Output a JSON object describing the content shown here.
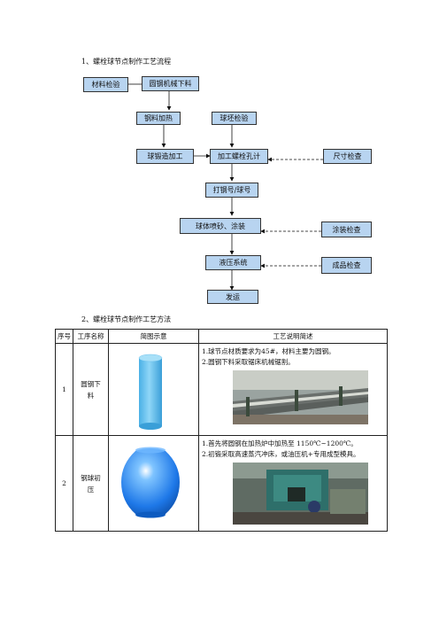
{
  "section1": {
    "title": "1、螺栓球节点制作工艺流程"
  },
  "flow": {
    "material_check": "材料检验",
    "saw_cut": "圆钢机械下料",
    "heat": "钢料加热",
    "blank_check": "球坯检验",
    "forge": "球锻造加工",
    "machining": "加工螺栓孔计",
    "size_check": "尺寸检查",
    "stamp": "打钢号/球号",
    "blast_paint": "球体喷砂、涂装",
    "coating_check": "涂装检查",
    "hydraulic": "液压系统",
    "product_check": "成品检查",
    "ship": "发运"
  },
  "section2": {
    "title": "2、螺栓球节点制作工艺方法"
  },
  "table": {
    "headers": [
      "序号",
      "工序名称",
      "简图示意",
      "工艺说明简述"
    ],
    "rows": [
      {
        "no": "1",
        "name": "圆钢下料",
        "lines": [
          "1.球节点材质要求为45#，材料主要为圆钢。",
          "2.圆钢下料采取锯床机械锯割。"
        ]
      },
      {
        "no": "2",
        "name": "钢球初压",
        "lines": [
          "1.首先将圆钢在加热炉中加热至 1150℃~1200℃。",
          "2.初锻采取高速蒸汽冲床，或油压机+专用成型模具。"
        ]
      }
    ]
  },
  "colors": {
    "box_fill": "#b8d4f0",
    "cylinder": "#6ec6f0",
    "sphere": "#1e90ff"
  }
}
